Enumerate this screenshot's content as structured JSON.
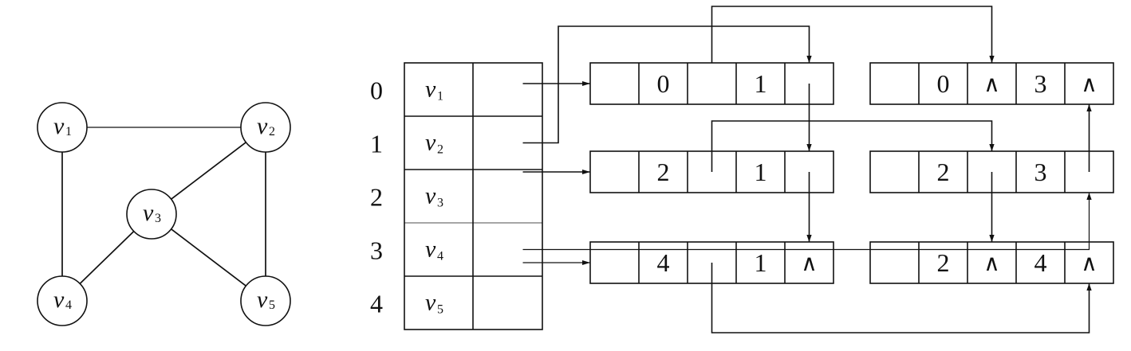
{
  "graph": {
    "vertices": [
      {
        "id": "v1",
        "letter": "v",
        "sub": "1"
      },
      {
        "id": "v2",
        "letter": "v",
        "sub": "2"
      },
      {
        "id": "v3",
        "letter": "v",
        "sub": "3"
      },
      {
        "id": "v4",
        "letter": "v",
        "sub": "4"
      },
      {
        "id": "v5",
        "letter": "v",
        "sub": "5"
      }
    ],
    "edges": [
      [
        "v1",
        "v2"
      ],
      [
        "v1",
        "v4"
      ],
      [
        "v2",
        "v3"
      ],
      [
        "v2",
        "v5"
      ],
      [
        "v3",
        "v4"
      ],
      [
        "v3",
        "v5"
      ]
    ]
  },
  "vertex_table": {
    "rows": [
      {
        "index": "0",
        "letter": "v",
        "sub": "1"
      },
      {
        "index": "1",
        "letter": "v",
        "sub": "2"
      },
      {
        "index": "2",
        "letter": "v",
        "sub": "3"
      },
      {
        "index": "3",
        "letter": "v",
        "sub": "4"
      },
      {
        "index": "4",
        "letter": "v",
        "sub": "5"
      }
    ]
  },
  "edge_nodes": [
    {
      "id": "e01",
      "ivex": "0",
      "ilink": "",
      "jvex": "1",
      "jlink": ""
    },
    {
      "id": "e03",
      "ivex": "0",
      "ilink": "∧",
      "jvex": "3",
      "jlink": "∧"
    },
    {
      "id": "e21",
      "ivex": "2",
      "ilink": "",
      "jvex": "1",
      "jlink": ""
    },
    {
      "id": "e23",
      "ivex": "2",
      "ilink": "",
      "jvex": "3",
      "jlink": ""
    },
    {
      "id": "e41",
      "ivex": "4",
      "ilink": "",
      "jvex": "1",
      "jlink": "∧"
    },
    {
      "id": "e24",
      "ivex": "2",
      "ilink": "∧",
      "jvex": "4",
      "jlink": "∧"
    }
  ]
}
